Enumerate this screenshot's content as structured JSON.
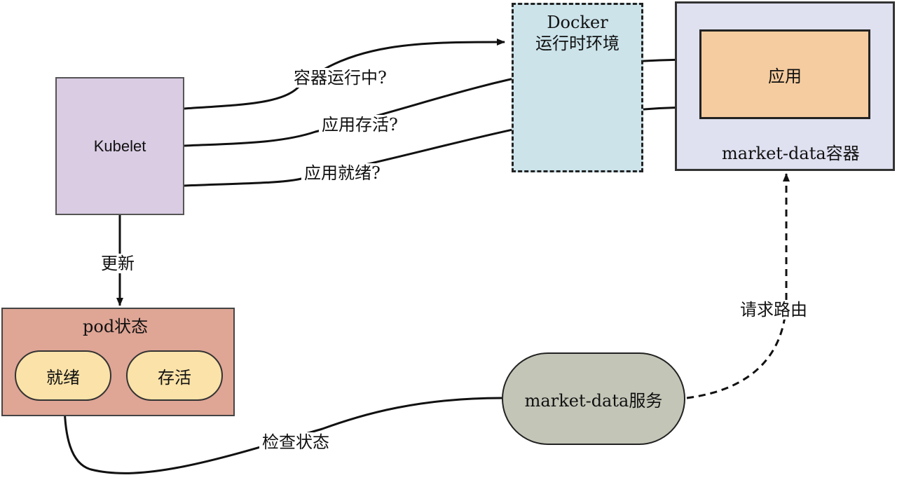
{
  "nodes": {
    "kubelet": "Kubelet",
    "docker_line1": "Docker",
    "docker_line2": "运行时环境",
    "container_title": "market-data容器",
    "app": "应用",
    "pod_status": "pod状态",
    "ready": "就绪",
    "alive": "存活",
    "service": "market-data服务"
  },
  "edges": {
    "container_running": "容器运行中?",
    "app_alive": "应用存活?",
    "app_ready": "应用就绪?",
    "update": "更新",
    "check_status": "检查状态",
    "request_routing": "请求路由"
  },
  "colors": {
    "kubelet": "#d9cce3",
    "docker": "#cce3ea",
    "container": "#dfe0f0",
    "app": "#f5cc9f",
    "pod": "#dfa595",
    "probe": "#fbe2a8",
    "service": "#c3c6b7"
  }
}
